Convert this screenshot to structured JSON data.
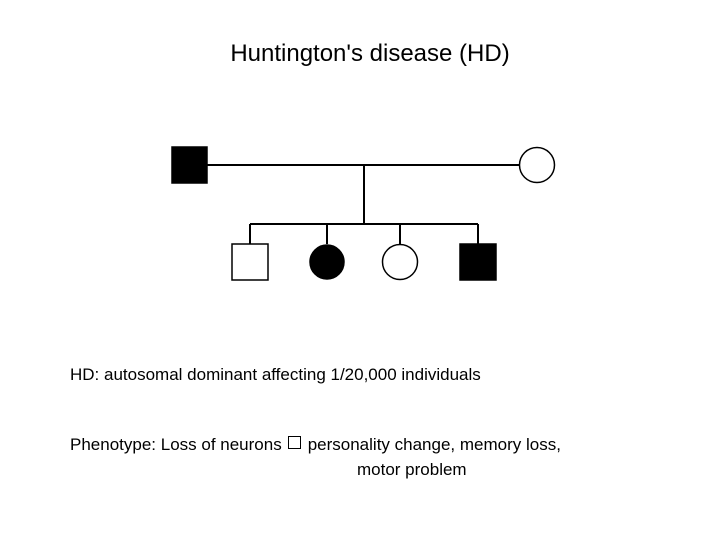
{
  "title": "Huntington's disease (HD)",
  "pedigree": {
    "generation_1": [
      {
        "symbol": "square",
        "affected": true
      },
      {
        "symbol": "circle",
        "affected": false
      }
    ],
    "generation_2": [
      {
        "symbol": "square",
        "affected": false
      },
      {
        "symbol": "circle",
        "affected": true
      },
      {
        "symbol": "circle",
        "affected": false
      },
      {
        "symbol": "square",
        "affected": true
      }
    ]
  },
  "notes": {
    "hd_line": "HD:  autosomal dominant affecting 1/20,000 individuals",
    "phenotype_prefix": "Phenotype:  Loss of neurons",
    "phenotype_result_line1": "personality change, memory loss,",
    "phenotype_result_line2": "motor problem"
  },
  "colors": {
    "affected_fill": "#000000",
    "unaffected_fill": "#ffffff",
    "line": "#000000"
  }
}
